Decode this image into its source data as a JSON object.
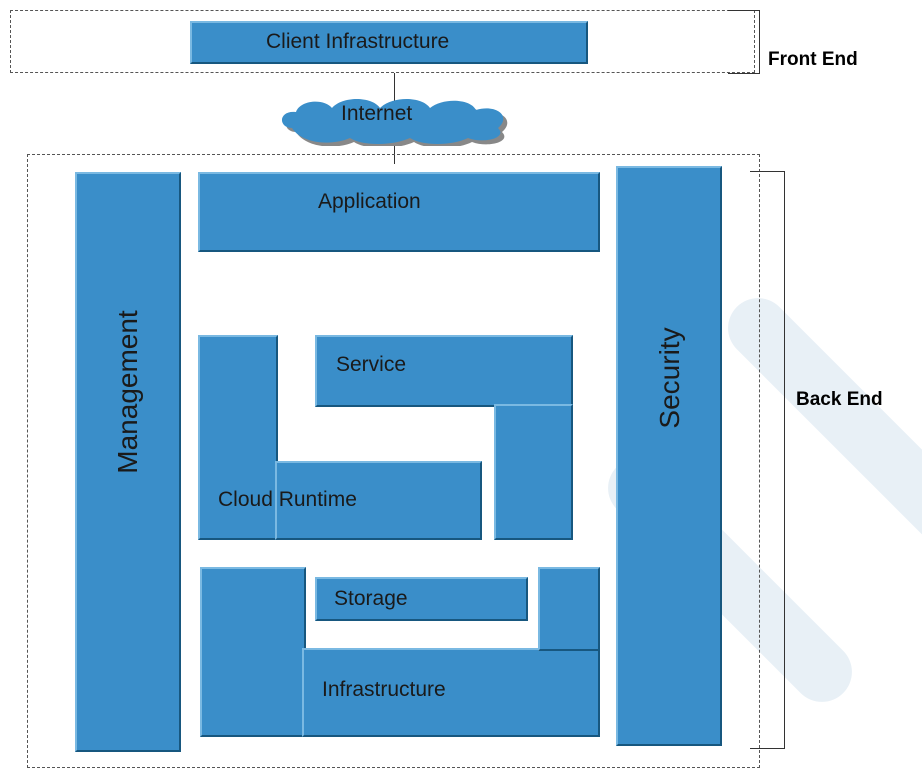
{
  "front_end": {
    "client_label": "Client Infrastructure",
    "side_label": "Front End"
  },
  "internet": {
    "label": "Internet"
  },
  "back_end": {
    "side_label": "Back End",
    "application": "Application",
    "management": "Management",
    "security": "Security",
    "service": "Service",
    "cloud_runtime": "Cloud Runtime",
    "storage": "Storage",
    "infrastructure": "Infrastructure"
  },
  "colors": {
    "block_fill": "#3a8ec9",
    "block_highlight": "#7ab9e2",
    "block_shadow": "#17577f",
    "cloud_fill": "#3a8ec9",
    "cloud_shadow": "#888888"
  }
}
